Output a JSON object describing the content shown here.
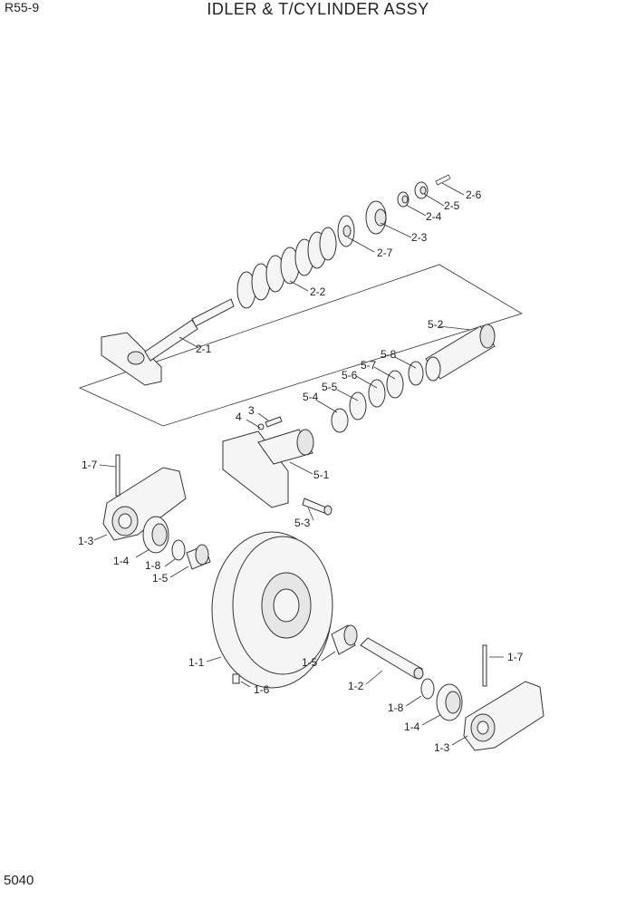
{
  "header": {
    "model": "R55-9",
    "title": "IDLER & T/CYLINDER ASSY"
  },
  "footer": {
    "page_number": "5040"
  },
  "callouts": {
    "c2_6": "2-6",
    "c2_5": "2-5",
    "c2_4": "2-4",
    "c2_3": "2-3",
    "c2_7": "2-7",
    "c2_2": "2-2",
    "c2_1": "2-1",
    "c5_2": "5-2",
    "c5_8": "5-8",
    "c5_7": "5-7",
    "c5_6": "5-6",
    "c5_5": "5-5",
    "c5_4": "5-4",
    "c3": "3",
    "c4": "4",
    "c5_1": "5-1",
    "c5_3": "5-3",
    "c1_7a": "1-7",
    "c1_3a": "1-3",
    "c1_4a": "1-4",
    "c1_8a": "1-8",
    "c1_5a": "1-5",
    "c1_1": "1-1",
    "c1_6": "1-6",
    "c1_5b": "1-5",
    "c1_2": "1-2",
    "c1_7b": "1-7",
    "c1_8b": "1-8",
    "c1_4b": "1-4",
    "c1_3b": "1-3"
  }
}
